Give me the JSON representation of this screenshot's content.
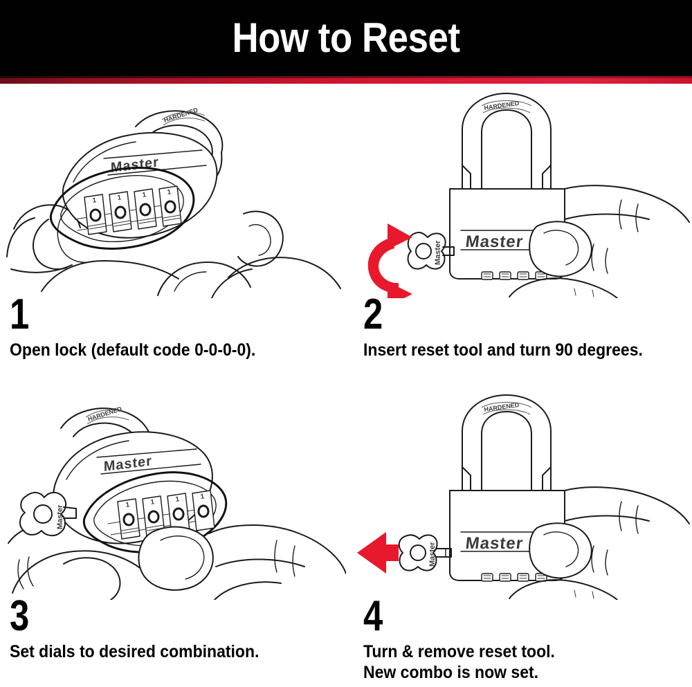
{
  "header": {
    "title": "How to Reset",
    "background_color": "#010101",
    "title_color": "#ffffff",
    "stripe_color_left": "#6b0d17",
    "stripe_color_right": "#dd2240"
  },
  "accent": {
    "arrow_red": "#e8192c",
    "ink_black": "#1a1a1a",
    "page_background": "#ffffff"
  },
  "steps": [
    {
      "number": "1",
      "caption": "Open lock (default code 0-0-0-0).",
      "illustration": "hand-holding-padlock-angled-view",
      "brand_text": "Master",
      "shackle_text": "HARDENED",
      "dials": [
        "0",
        "0",
        "0",
        "0"
      ],
      "dials_above": [
        "1",
        "1",
        "1",
        "1"
      ],
      "arrow": "none"
    },
    {
      "number": "2",
      "caption": "Insert reset tool and turn 90 degrees.",
      "illustration": "padlock-side-view-with-reset-tool-inserted",
      "brand_text": "Master",
      "shackle_text": "HARDENED",
      "tool_text": "Master",
      "arrow": "rotate-90-curved-double-arrow",
      "arrow_color": "#e8192c"
    },
    {
      "number": "3",
      "caption": "Set dials to desired combination.",
      "illustration": "hand-setting-dials-with-tool-attached",
      "brand_text": "Master",
      "shackle_text": "HARDENED",
      "tool_text": "Master",
      "dials": [
        "0",
        "0",
        "0",
        "0"
      ],
      "dials_above": [
        "1",
        "1",
        "1",
        "1"
      ],
      "arrow": "none"
    },
    {
      "number": "4",
      "caption": "Turn & remove reset tool.\nNew combo is now set.",
      "illustration": "padlock-side-view-removing-reset-tool",
      "brand_text": "Master",
      "shackle_text": "HARDENED",
      "tool_text": "Master",
      "arrow": "straight-arrow-left",
      "arrow_color": "#e8192c"
    }
  ]
}
